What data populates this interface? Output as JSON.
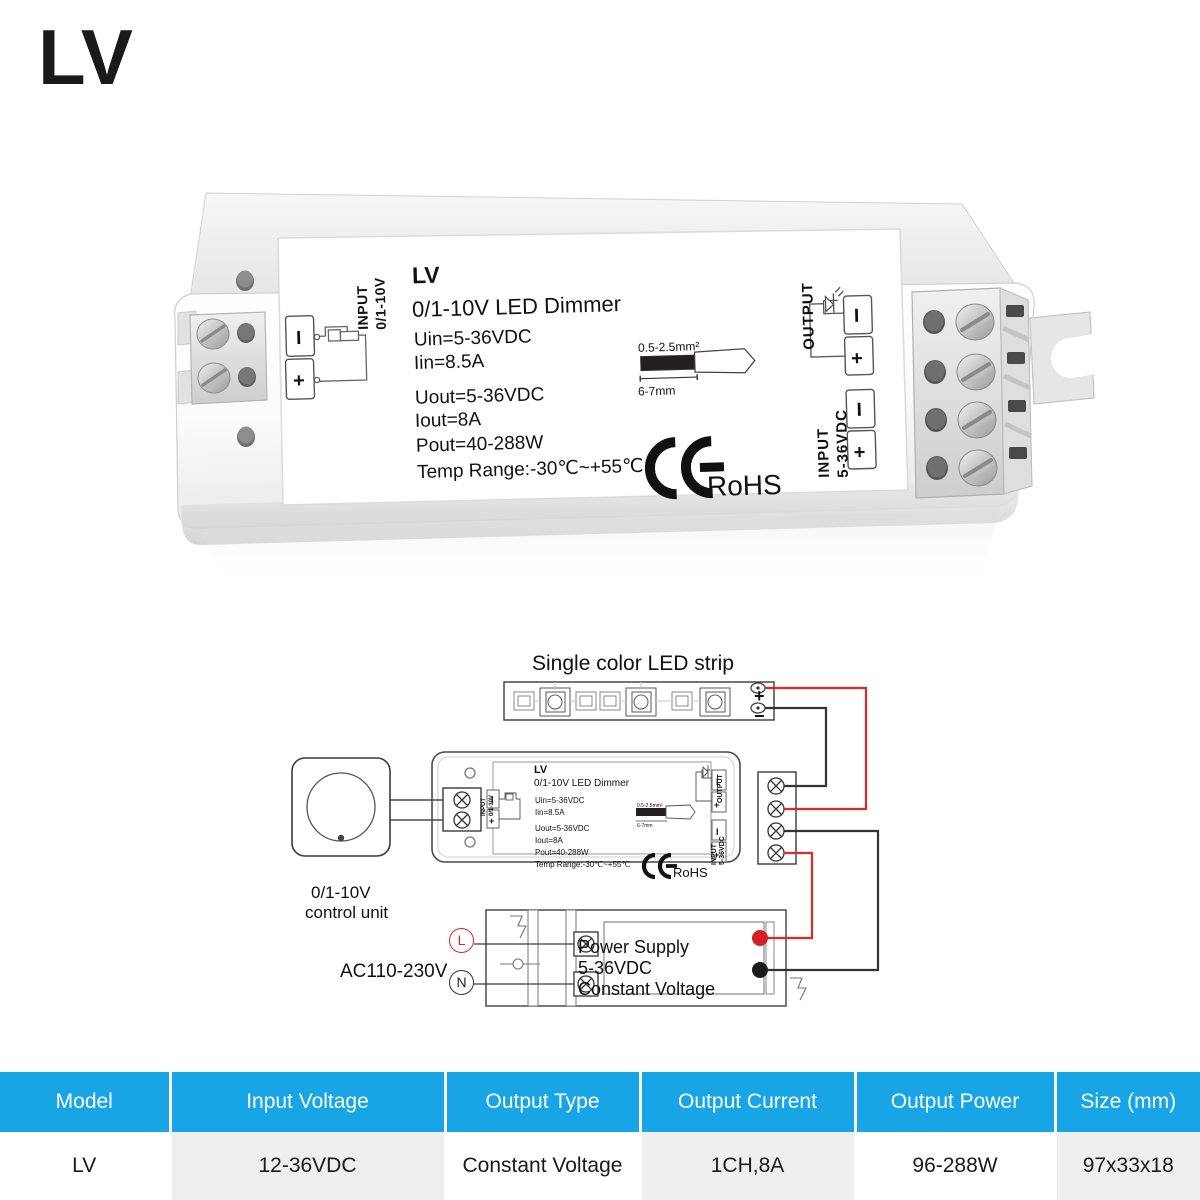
{
  "page": {
    "title": "LV"
  },
  "product": {
    "model": "LV",
    "subtitle": "0/1-10V LED Dimmer",
    "specs": [
      "Uin=5-36VDC",
      "Iin=8.5A",
      "Uout=5-36VDC",
      "Iout=8A",
      "Pout=40-288W",
      "Temp Range:-30℃~+55℃"
    ],
    "wire_gauge_top": "0.5-2.5mm²",
    "wire_strip_len": "6-7mm",
    "certifications": {
      "ce": "CE",
      "rohs": "RoHS"
    },
    "terminals": {
      "input_control_line1": "INPUT",
      "input_control_line2": "0/1-10V",
      "output_label": "OUTPUT",
      "input_power_line1": "INPUT",
      "input_power_line2": "5-36VDC",
      "minus": "-",
      "plus": "+"
    }
  },
  "diagram": {
    "strip_title": "Single color LED strip",
    "strip_plus": "+",
    "strip_minus": "−",
    "control_unit_line1": "0/1-10V",
    "control_unit_line2": "control unit",
    "ac_input": "AC110-230V",
    "mains_live": "L",
    "mains_neutral": "N",
    "power_supply_line1": "Power Supply",
    "power_supply_line2": "5-36VDC",
    "power_supply_line3": "Constant Voltage"
  },
  "spec_table": {
    "headers": [
      "Model",
      "Input Voltage",
      "Output Type",
      "Output Current",
      "Output Power",
      "Size (mm)"
    ],
    "rows": [
      [
        "LV",
        "12-36VDC",
        "Constant Voltage",
        "1CH,8A",
        "96-288W",
        "97x33x18"
      ]
    ]
  },
  "colors": {
    "table_header_blue": "#18a5e6",
    "wire_red": "#e02828",
    "wire_black": "#333333",
    "body_white": "#ffffff"
  }
}
